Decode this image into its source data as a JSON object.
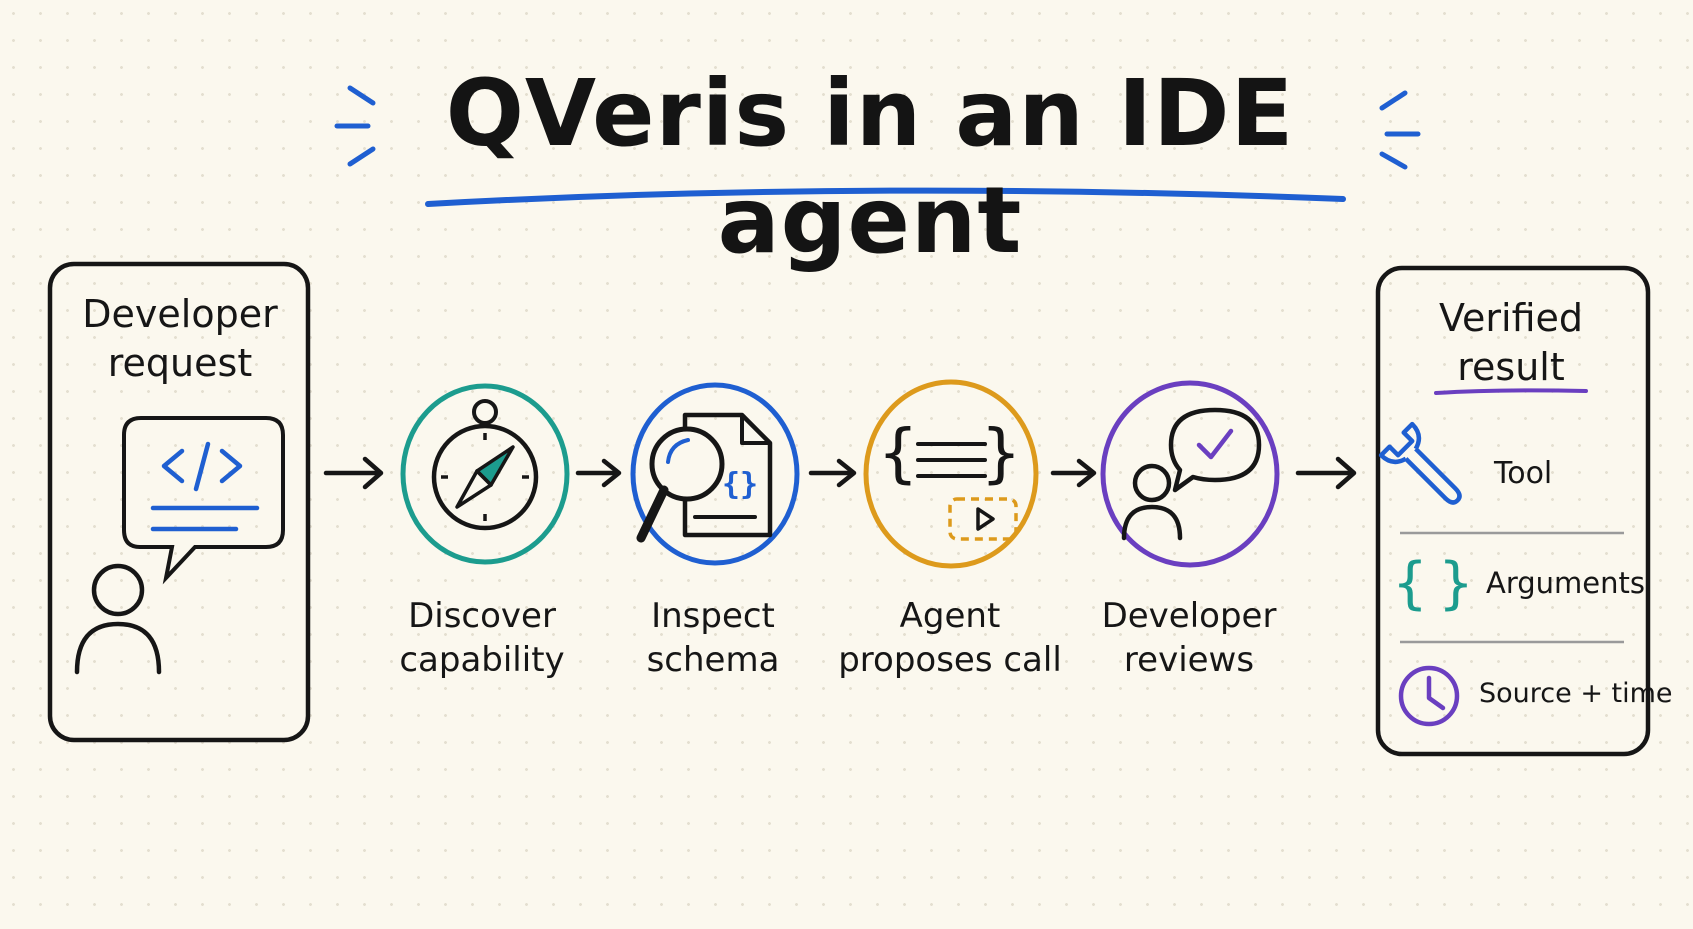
{
  "title": "QVeris in an IDE agent",
  "colors": {
    "ink": "#161616",
    "blue": "#1f5fd1",
    "teal": "#1c9c8e",
    "orange": "#dd9a1c",
    "purple": "#6a3fc0",
    "background": "#fbf8ee"
  },
  "start": {
    "label_line1": "Developer",
    "label_line2": "request",
    "icon": "person-with-code-bubble"
  },
  "steps": [
    {
      "line1": "Discover",
      "line2": "capability",
      "icon": "compass-icon",
      "color": "teal"
    },
    {
      "line1": "Inspect",
      "line2": "schema",
      "icon": "magnifier-schema-icon",
      "color": "blue"
    },
    {
      "line1": "Agent",
      "line2": "proposes call",
      "icon": "braces-play-icon",
      "color": "orange"
    },
    {
      "line1": "Developer",
      "line2": "reviews",
      "icon": "person-check-bubble-icon",
      "color": "purple"
    }
  ],
  "result": {
    "label_line1": "Verified",
    "label_line2": "result",
    "items": [
      {
        "label": "Tool",
        "icon": "wrench-icon"
      },
      {
        "label": "Arguments",
        "icon": "braces-icon"
      },
      {
        "label": "Source + time",
        "icon": "clock-icon"
      }
    ]
  }
}
